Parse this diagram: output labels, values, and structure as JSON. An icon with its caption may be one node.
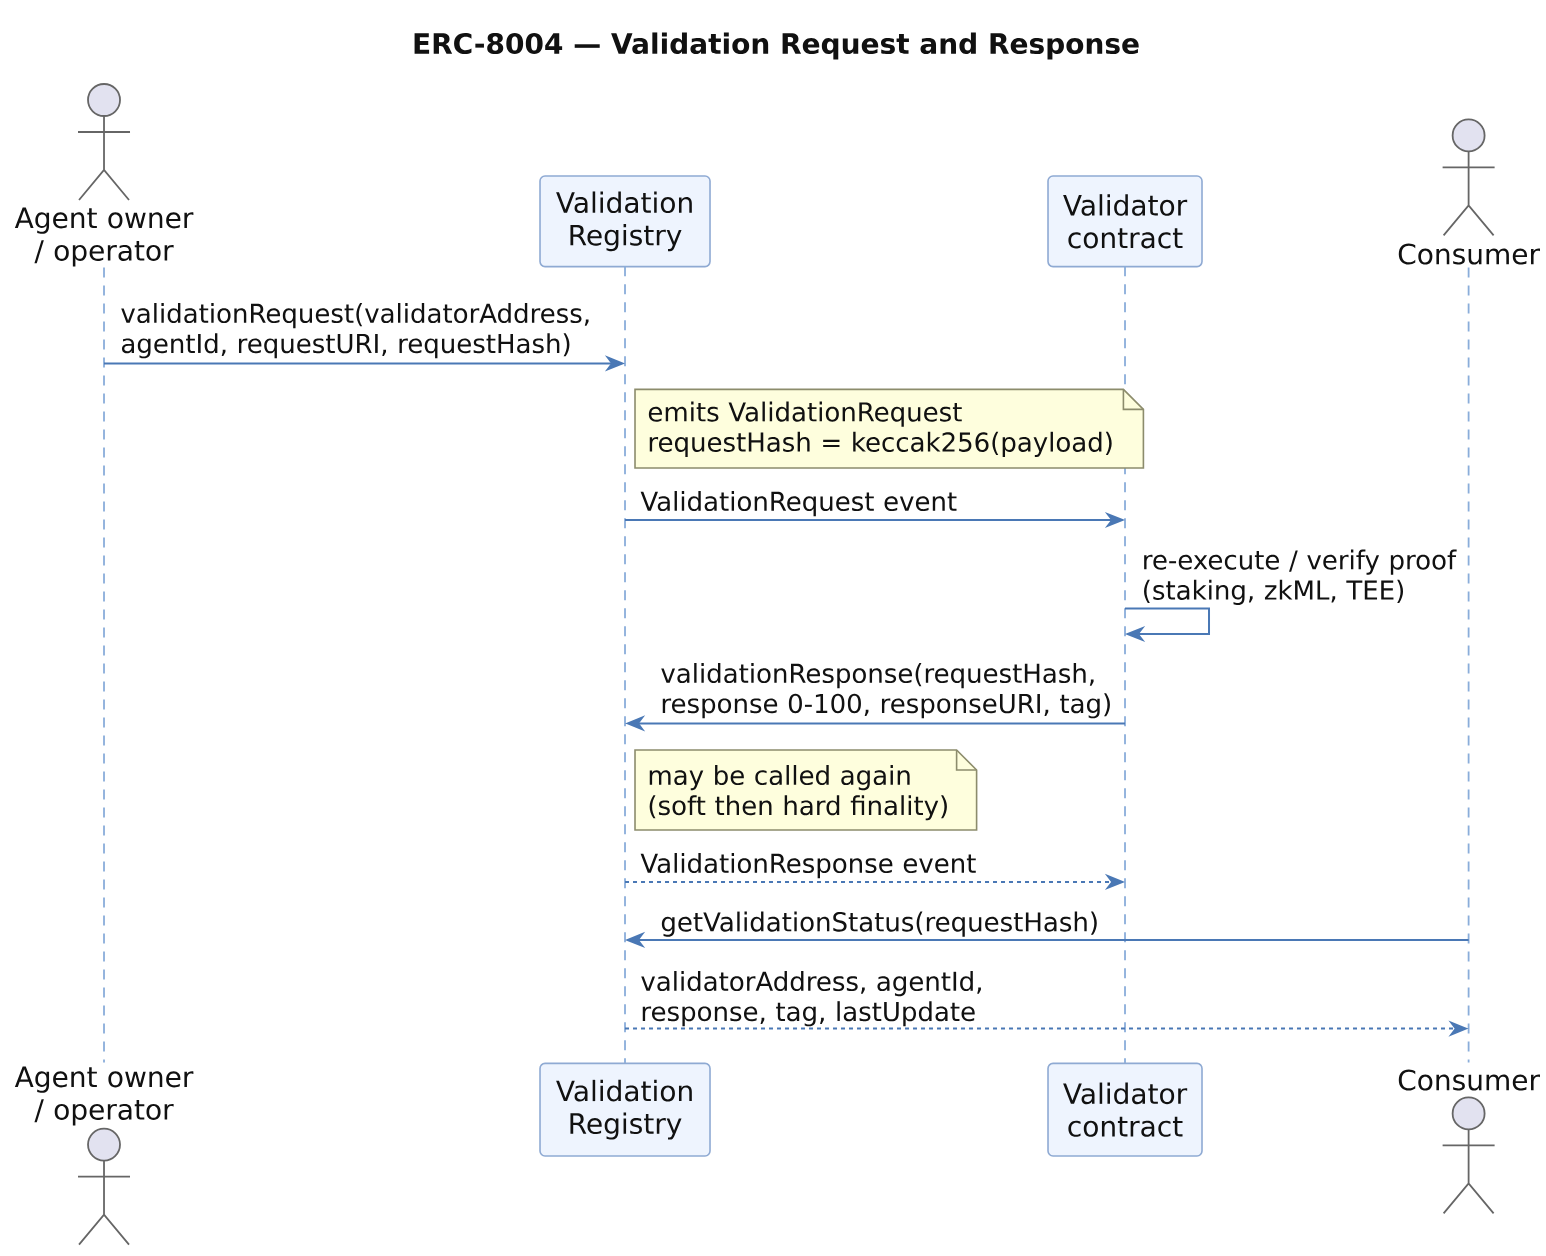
{
  "diagram": {
    "title": "ERC-8004 — Validation Request and Response",
    "nodes": [
      {
        "text": [
          "Agent owner / operator"
        ]
      },
      {
        "text": [
          "Validation Registry"
        ]
      },
      {
        "text": [
          "Validator contract"
        ]
      },
      {
        "text": [
          "Consumer"
        ]
      },
      {
        "text": [],
        "shape": "line"
      },
      {
        "text": [],
        "shape": "line"
      },
      {
        "text": [],
        "shape": "line"
      },
      {
        "text": [],
        "shape": "line"
      },
      {
        "text": [
          "emits ValidationRequest requestHash = keccak256(payload)"
        ]
      },
      {
        "text": [
          "may be called again (soft then hard finality)"
        ]
      },
      {
        "text": [
          "Agent owner / operator"
        ]
      },
      {
        "text": [
          "Validation Registry"
        ]
      },
      {
        "text": [
          "Validator contract"
        ]
      },
      {
        "text": [
          "Consumer"
        ]
      }
    ],
    "edges": [
      {
        "from": 4,
        "to": 5,
        "arrow": "to",
        "label": "validationRequest(validatorAddress, agentId, requestURI, requestHash)"
      },
      {
        "from": 5,
        "to": 6,
        "arrow": "to",
        "label": "ValidationRequest event"
      },
      {
        "from": 6,
        "to": 6,
        "arrow": "to",
        "label": "re-execute / verify proof (staking, zkML, TEE)"
      },
      {
        "from": 6,
        "to": 5,
        "arrow": "to",
        "label": "validationResponse(requestHash, response 0-100, responseURI, tag)"
      },
      {
        "from": 5,
        "to": 6,
        "arrow": "to",
        "label": "ValidationResponse event",
        "style": "dashed"
      },
      {
        "from": 7,
        "to": 5,
        "arrow": "to",
        "label": "getValidationStatus(requestHash)"
      },
      {
        "from": 5,
        "to": 7,
        "arrow": "to",
        "label": "validatorAddress, agentId, response, tag, lastUpdate",
        "style": "dashed"
      }
    ]
  }
}
